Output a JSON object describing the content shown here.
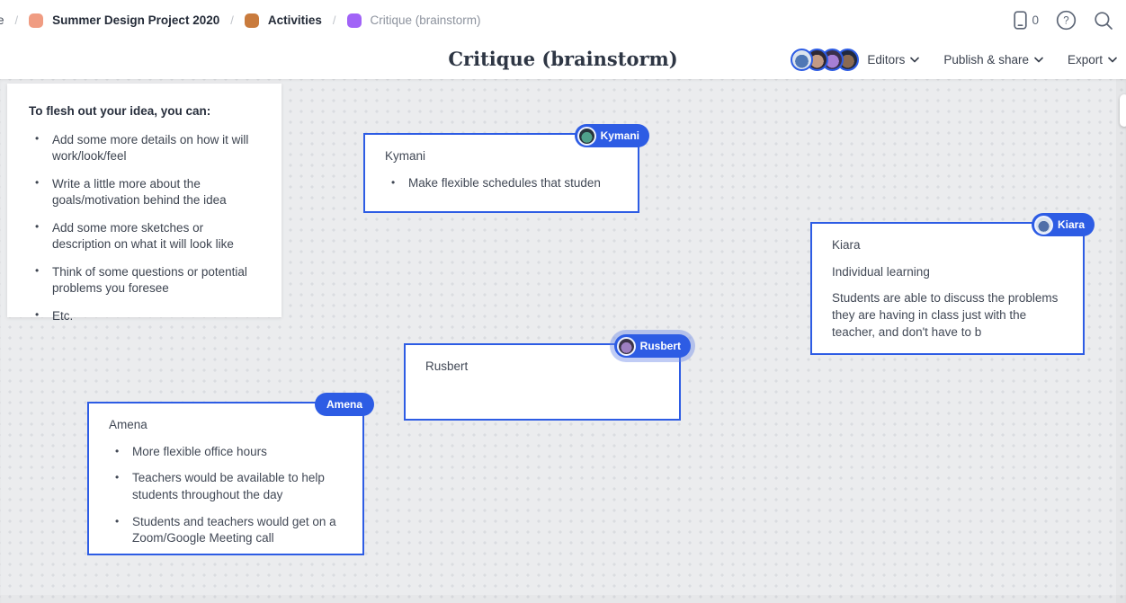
{
  "colors": {
    "accent": "#2d5ce4",
    "badge_halo": "rgba(106,134,232,0.42)",
    "canvas_bg": "#ebecee",
    "canvas_dot": "#dadce0"
  },
  "breadcrumb": {
    "leading_partial": "e",
    "separator": "/",
    "items": [
      {
        "label": "Summer Design Project 2020",
        "icon_color": "#f09c82",
        "bold": true
      },
      {
        "label": "Activities",
        "icon_color": "#c97b3d",
        "bold": true
      },
      {
        "label": "Critique (brainstorm)",
        "icon_color": "#a163f7",
        "bold": false
      }
    ]
  },
  "topbar_right": {
    "device_count": "0"
  },
  "title_bar": {
    "title": "Critique (brainstorm)",
    "editors_label": "Editors",
    "publish_label": "Publish & share",
    "export_label": "Export",
    "avatars": [
      {
        "name": "editor-avatar-1",
        "outer": "#dde5ee",
        "inner": "#4f77b5"
      },
      {
        "name": "editor-avatar-2",
        "outer": "#2e2835",
        "inner": "#c29a85"
      },
      {
        "name": "editor-avatar-3",
        "outer": "#3a2f4a",
        "inner": "#a77fd4"
      },
      {
        "name": "editor-avatar-4",
        "outer": "#20293f",
        "inner": "#8a6a52"
      }
    ]
  },
  "instruction_card": {
    "title": "To flesh out your idea, you can:",
    "bullets": [
      "Add some more details on how it will work/look/feel",
      "Write a little more about the goals/motivation behind the idea",
      "Add some more sketches or description on what it will look like",
      "Think of some questions or potential problems you foresee",
      "Etc."
    ]
  },
  "notes": [
    {
      "badge": {
        "name": "Kymani",
        "has_avatar": true,
        "halo": false,
        "avatar_outer": "#27343c",
        "avatar_inner": "#4fa08b"
      },
      "content": [
        {
          "bullet": false,
          "text": "Kymani"
        },
        {
          "bullet": true,
          "text": "Make flexible schedules that studen"
        }
      ]
    },
    {
      "badge": {
        "name": "Kiara",
        "has_avatar": true,
        "halo": false,
        "avatar_outer": "#d9e2ec",
        "avatar_inner": "#4f6fa8"
      },
      "content": [
        {
          "bullet": false,
          "text": "Kiara"
        },
        {
          "bullet": false,
          "text": "Individual learning"
        },
        {
          "bullet": false,
          "text": "Students are able to discuss the problems they are having in class just with the teacher, and don't have to b"
        }
      ]
    },
    {
      "badge": {
        "name": "Rusbert",
        "has_avatar": true,
        "halo": true,
        "avatar_outer": "#3c3448",
        "avatar_inner": "#9d7fc0"
      },
      "content": [
        {
          "bullet": false,
          "text": "Rusbert"
        }
      ]
    },
    {
      "badge": {
        "name": "Amena",
        "has_avatar": false,
        "halo": false
      },
      "content": [
        {
          "bullet": false,
          "text": "Amena"
        },
        {
          "bullet": true,
          "text": "More flexible office hours"
        },
        {
          "bullet": true,
          "text": "Teachers would be available to help students throughout the day"
        },
        {
          "bullet": true,
          "text": "Students and teachers would get on a Zoom/Google Meeting call"
        }
      ]
    }
  ]
}
